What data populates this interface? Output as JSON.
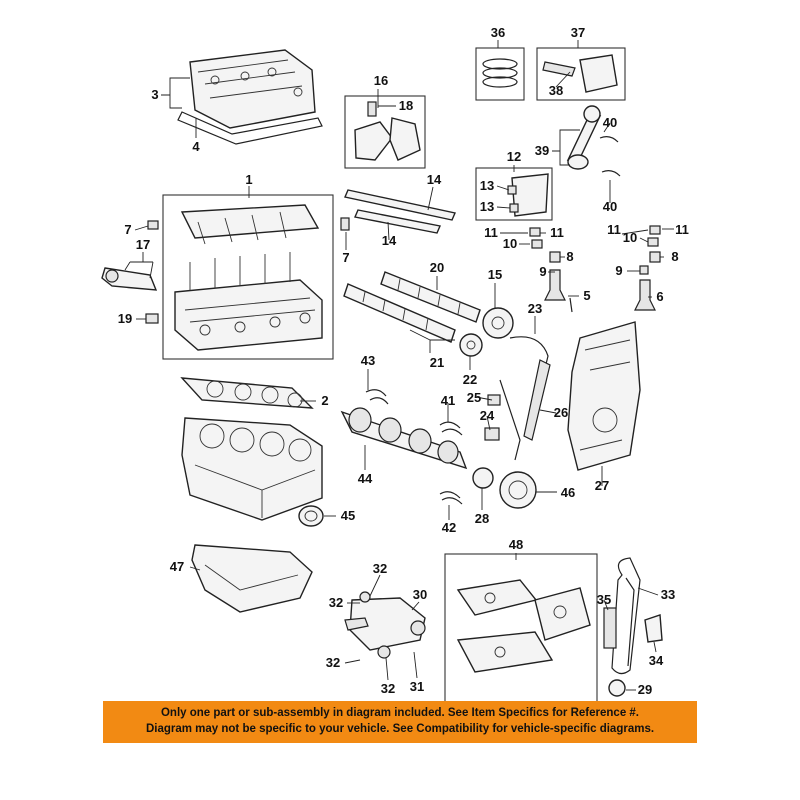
{
  "callouts": {
    "c1": "1",
    "c2": "2",
    "c3": "3",
    "c4": "4",
    "c5": "5",
    "c6": "6",
    "c7a": "7",
    "c7b": "7",
    "c8a": "8",
    "c8b": "8",
    "c9a": "9",
    "c9b": "9",
    "c10a": "10",
    "c10b": "10",
    "c11a": "11",
    "c11b": "11",
    "c11c": "11",
    "c11d": "11",
    "c12": "12",
    "c13a": "13",
    "c13b": "13",
    "c14a": "14",
    "c14b": "14",
    "c15": "15",
    "c16": "16",
    "c17": "17",
    "c18": "18",
    "c19": "19",
    "c20": "20",
    "c21": "21",
    "c22": "22",
    "c23": "23",
    "c24": "24",
    "c25": "25",
    "c26": "26",
    "c27": "27",
    "c28": "28",
    "c29": "29",
    "c30": "30",
    "c31": "31",
    "c32a": "32",
    "c32b": "32",
    "c32c": "32",
    "c32d": "32",
    "c33": "33",
    "c34": "34",
    "c35": "35",
    "c36": "36",
    "c37": "37",
    "c38": "38",
    "c39": "39",
    "c40a": "40",
    "c40b": "40",
    "c41": "41",
    "c42": "42",
    "c43": "43",
    "c44": "44",
    "c45": "45",
    "c46": "46",
    "c47": "47",
    "c48": "48"
  },
  "notice": {
    "line1": "Only one part or sub-assembly in diagram included. See Item Specifics for Reference #.",
    "line2": "Diagram may not be specific to your vehicle. See Compatibility for vehicle-specific diagrams."
  },
  "colors": {
    "notice_bg": "#f28a13",
    "ink": "#222222"
  }
}
